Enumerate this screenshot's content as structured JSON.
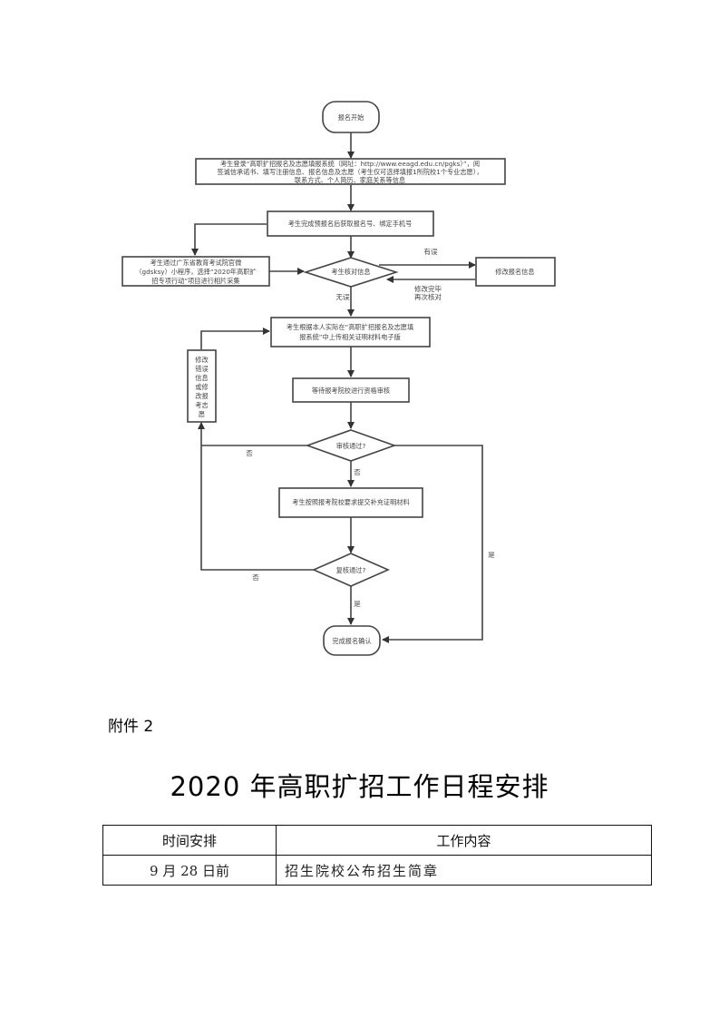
{
  "flowchart": {
    "start": "报名开始",
    "login": [
      "考生登录“高职扩招报名及志愿填报系统（网址：http://www.eeagd.edu.cn/pgks）”，阅",
      "签诚信承诺书、填写注册信息、报名信息及志愿（考生仅可选择填报1所院校1个专业志愿），",
      "联系方式、个人简历、家庭关系等信息"
    ],
    "pre_register": "考生完成预报名后获取报名号、绑定手机号",
    "photo": [
      "考生通过广东省教育考试院官微",
      "（gdsksy）小程序，选择“2020年高职扩",
      "招专项行动”项目进行相片采集"
    ],
    "verify": "考生核对信息",
    "modify_info": "修改报名信息",
    "label_has_error": "有误",
    "label_recheck": [
      "修改完毕",
      "再次核对"
    ],
    "label_no_error": "无误",
    "upload": [
      "考生根据本人实际在“高职扩招报名及志愿填",
      "报系统”中上传相关证明材料电子版"
    ],
    "fix_side": [
      "修改",
      "错误",
      "信息",
      "或修",
      "改报",
      "考志",
      "愿"
    ],
    "wait_review": "等待报考院校进行资格审核",
    "review_pass": "审核通过?",
    "label_no_1": "否",
    "label_no_2": "否",
    "label_yes_right": "是",
    "supplement": "考生按照报考院校要求提交补充证明材料",
    "recheck_pass": "复核通过?",
    "label_no_3": "否",
    "label_yes_bottom": "是",
    "finish": "完成报名确认"
  },
  "attachment_label": "附件 2",
  "doc_title": "2020 年高职扩招工作日程安排",
  "schedule_table": {
    "headers": [
      "时间安排",
      "工作内容"
    ],
    "rows": [
      [
        "9 月 28 日前",
        "招生院校公布招生简章"
      ]
    ]
  }
}
